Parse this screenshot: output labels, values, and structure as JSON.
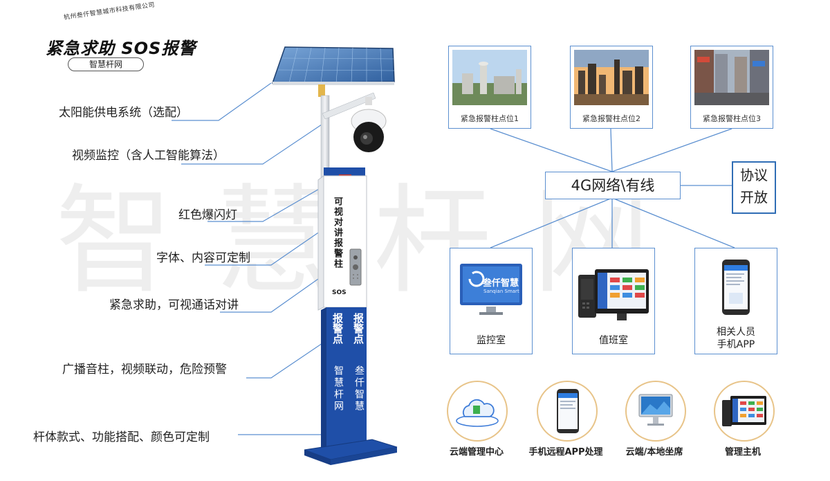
{
  "brand": {
    "company": "杭州叁仟智慧城市科技有限公司",
    "title": "紧急求助 SOS报警",
    "pill": "智慧杆网"
  },
  "watermark": "智慧杆网",
  "pole": {
    "panel_text": "可视对讲报警柱",
    "sos": "SOS",
    "blue_left_title": "报警点",
    "blue_right_title": "报警点",
    "blue_left_sub": "智慧杆网",
    "blue_right_sub": "叁仟智慧"
  },
  "features": [
    "太阳能供电系统（选配）",
    "视频监控（含人工智能算法）",
    "红色爆闪灯",
    "字体、内容可定制",
    "紧急求助，可视通话对讲",
    "广播音柱，视频联动，危险预警",
    "杆体款式、功能搭配、颜色可定制"
  ],
  "sites": [
    {
      "label": "紧急报警柱点位1"
    },
    {
      "label": "紧急报警柱点位2"
    },
    {
      "label": "紧急报警柱点位3"
    }
  ],
  "network": {
    "label": "4G网络\\有线",
    "protocol": [
      "协议",
      "开放"
    ]
  },
  "endpoints": [
    {
      "label": "监控室",
      "screen_brand": "叁仟智慧",
      "screen_sub": "Sanqian Smart"
    },
    {
      "label": "值班室"
    },
    {
      "label": "相关人员\n手机APP",
      "line1": "相关人员",
      "line2": "手机APP"
    }
  ],
  "bottom": [
    {
      "label": "云端管理中心",
      "icon": "cloud-icon"
    },
    {
      "label": "手机远程APP处理",
      "icon": "phone-icon"
    },
    {
      "label": "云端/本地坐席",
      "icon": "monitor-icon"
    },
    {
      "label": "管理主机",
      "icon": "console-icon"
    }
  ],
  "colors": {
    "pole_blue": "#1f4fa8",
    "line_blue": "#5b8fd0",
    "circle_gold": "#e8c489",
    "beacon_red": "#c0332b"
  }
}
